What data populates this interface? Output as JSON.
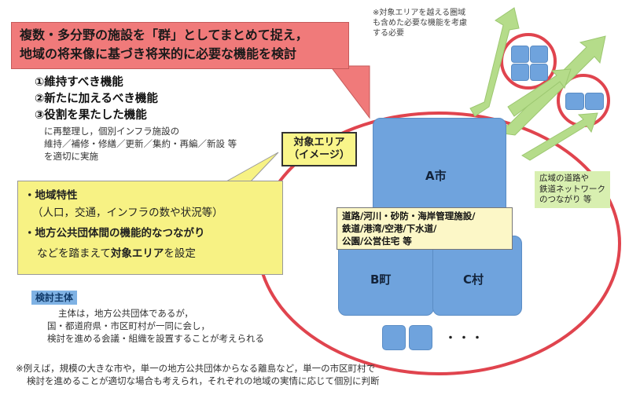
{
  "callout": {
    "line1": "複数・多分野の施設を「群」としてまとめて捉え，",
    "line2": "地域の将来像に基づき将来的に必要な機能を検討"
  },
  "functions": {
    "items": [
      "①維持すべき機能",
      "②新たに加えるべき機能",
      "③役割を果たした機能"
    ],
    "desc": [
      "に再整理し，個別インフラ施設の",
      "維持／補修・修繕／更新／集約・再編／新設 等",
      "を適切に実施"
    ]
  },
  "target_area": {
    "line1": "対象エリア",
    "line2": "（イメージ）"
  },
  "factors": {
    "item1_title": "・地域特性",
    "item1_detail": "（人口，交通，インフラの数や状況等）",
    "item2_title": "・地方公共団体間の機能的なつながり",
    "item3_prefix": "などを踏まえて",
    "item3_bold": "対象エリア",
    "item3_suffix": "を設定"
  },
  "subject": {
    "label": "検討主体",
    "lines": [
      "主体は，地方公共団体であるが，",
      "国・都道府県・市区町村が一同に会し，",
      "検討を進める会議・組織を設置することが考えられる"
    ]
  },
  "note_top": [
    "※対象エリアを越える圏域",
    "も含めた必要な機能を考慮",
    "する必要"
  ],
  "diagram": {
    "city_a": "A市",
    "town_b": "B町",
    "village_c": "C村",
    "ellipsis": "・・・",
    "infra_lines": [
      "道路/河川・砂防・海岸管理施設/",
      "鉄道/港湾/空港/下水道/",
      "公園/公営住宅 等"
    ]
  },
  "network_note": [
    "広域の道路や",
    "鉄道ネットワーク",
    "のつながり 等"
  ],
  "footnote": [
    "※例えば，規模の大きな市や，単一の地方公共団体からなる離島など，単一の市区町村で",
    "検討を進めることが適切な場合も考えられ，それぞれの地域の実情に応じて個別に判断"
  ],
  "colors": {
    "callout_fill": "#f07a7a",
    "circle_red": "#e0444e",
    "block_blue": "#6fa3dd",
    "arrow_green": "#b5dc8a",
    "box_yellow": "#f7f284"
  }
}
